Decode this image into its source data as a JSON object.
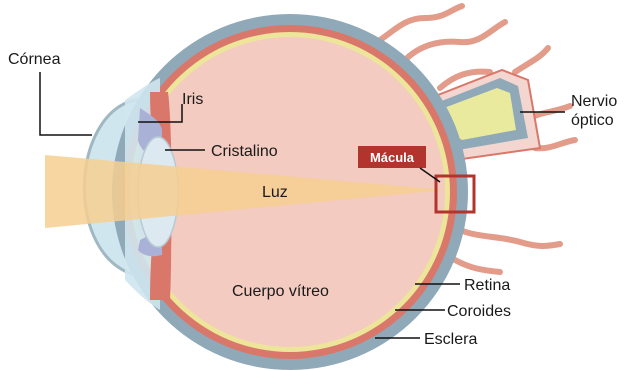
{
  "labels": {
    "cornea": "Córnea",
    "iris": "Iris",
    "lens": "Cristalino",
    "light": "Luz",
    "macula": "Mácula",
    "optic_nerve_line1": "Nervio",
    "optic_nerve_line2": "óptico",
    "vitreous": "Cuerpo vítreo",
    "retina": "Retina",
    "choroid": "Coroides",
    "sclera": "Esclera"
  },
  "colors": {
    "sclera": "#8fa9b8",
    "choroid": "#d9776a",
    "retina": "#ece59a",
    "vitreous": "#f4cbc0",
    "cornea": "#cfe6ef",
    "lens": "#dde9f0",
    "iris": "#a9b2d6",
    "light": "#f6cf91",
    "vessels": "#e39c8a",
    "optic_nerve": "#eaea9e",
    "macula": "#b2342c"
  }
}
